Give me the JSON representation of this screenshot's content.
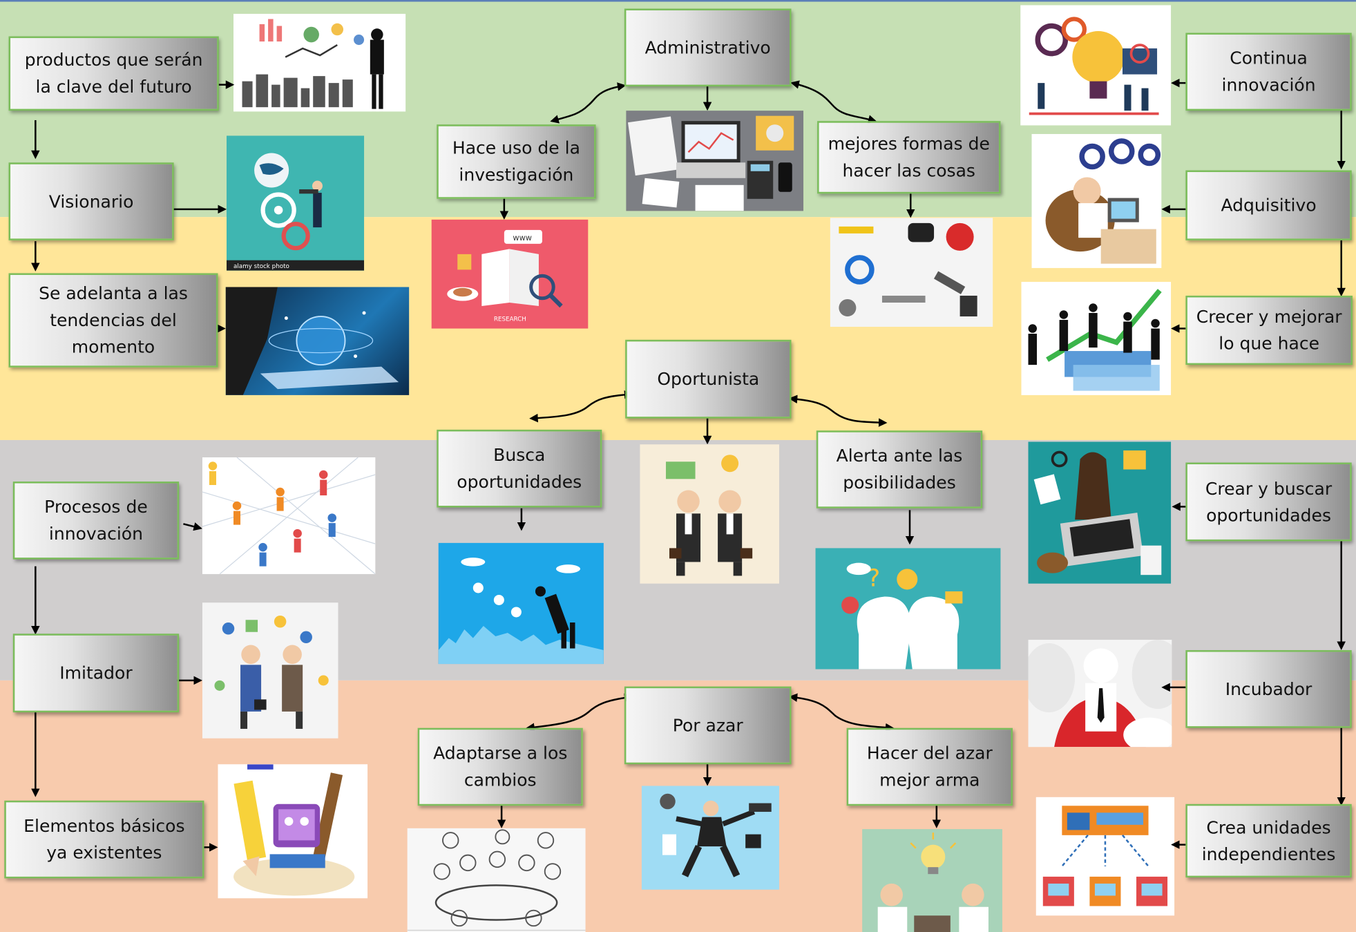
{
  "bands": {
    "green": "#c6e0b4",
    "yellow": "#ffe699",
    "gray": "#d0cece",
    "peach": "#f8cbad"
  },
  "nodes": {
    "productos": "productos que serán la clave del futuro",
    "visionario": "Visionario",
    "adelanta": "Se adelanta a las tendencias del momento",
    "administrativo": "Administrativo",
    "investigacion": "Hace uso de la investigación",
    "mejores": "mejores formas de hacer las cosas",
    "continua": "Continua innovación",
    "adquisitivo": "Adquisitivo",
    "crecer": "Crecer y mejorar lo que hace",
    "oportunista": "Oportunista",
    "busca": "Busca oportunidades",
    "alerta": "Alerta ante las posibilidades",
    "procesos": "Procesos de innovación",
    "crear": "Crear y buscar oportunidades",
    "imitador": "Imitador",
    "incubador": "Incubador",
    "elementos": "Elementos básicos ya existentes",
    "crea_unidades": "Crea unidades independientes",
    "por_azar": "Por azar",
    "adaptarse": "Adaptarse a los cambios",
    "hacer_azar": "Hacer del azar mejor arma"
  },
  "images": {
    "stock_watermark": "alamy stock photo",
    "research_label": "RESEARCH",
    "www_label": "www"
  }
}
